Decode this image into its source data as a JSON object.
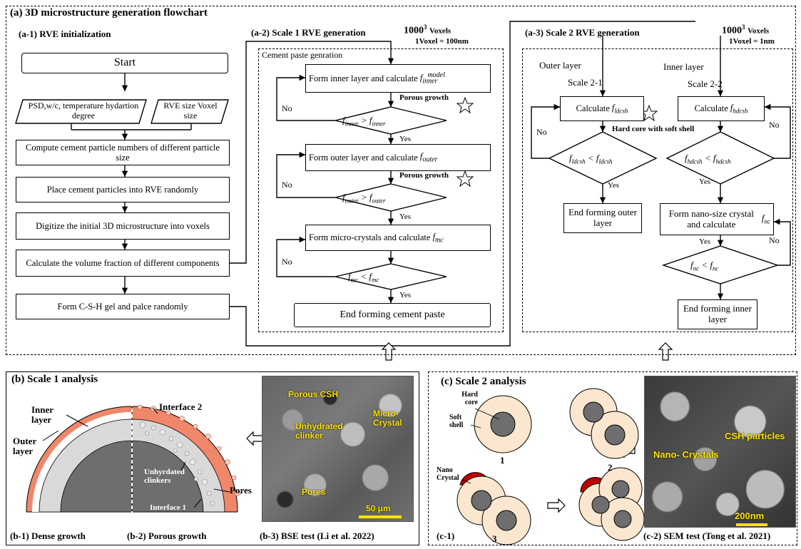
{
  "title": "(a) 3D microstructure generation flowchart",
  "a1": {
    "title": "(a-1) RVE initialization",
    "start": "Start",
    "psd": "PSD,w/c, temperature hydartion degree",
    "rve_size": "RVE size Voxel size",
    "compute": "Compute cement particle numbers of different particle size",
    "place": "Place cement particles into RVE randomly",
    "digitize": "Digitize the initial 3D microstructure into voxels",
    "calculate": "Calculate the volume fraction of different components",
    "form_csh": "Form C-S-H gel and palce randomly"
  },
  "a2": {
    "title": "(a-2) Scale 1 RVE generation",
    "voxels": "1000",
    "voxels_exp": "3",
    "voxels_unit": "Voxels",
    "voxel_size": "1Voxel = 100nm",
    "cement_label": "Cement paste genration",
    "inner": "Form inner layer and calculate",
    "inner_sub": "inner",
    "porous1": "Porous growth",
    "cond_inner": "inner",
    "outer": "Form outer layer and calculate",
    "outer_sub": "outer",
    "porous2": "Porous growth",
    "cond_outer": "outer",
    "micro": "Form micro-crystals and calculate",
    "micro_sub": "mc",
    "cond_mc": "mc",
    "end": "End forming cement paste",
    "no": "No",
    "yes": "Yes"
  },
  "a3": {
    "title": "(a-3) Scale 2 RVE generation",
    "voxels": "1000",
    "voxels_exp": "3",
    "voxels_unit": "Voxels",
    "voxel_size": "1Voxel = 1nm",
    "outer_layer": "Outer layer",
    "scale21": "Scale 2-1",
    "inner_layer": "Inner layer",
    "scale22": "Scale 2-2",
    "calc": "Calculate",
    "ldcsh": "ldcsh",
    "hdcsh": "hdcsh",
    "hardcore": "Hard core with soft shell",
    "end_outer": "End forming outer layer",
    "nano": "Form nano-size crystal and calculate",
    "nc": "nc",
    "end_inner": "End forming inner layer",
    "no": "No",
    "yes": "Yes",
    "model": "model"
  },
  "b": {
    "title": "(b) Scale 1 analysis",
    "inner_layer": "Inner layer",
    "outer_layer": "Outer layer",
    "interface2": "Interface 2",
    "pores": "Pores",
    "unhydrated": "Unhyrdated clinkers",
    "interface1": "Interface 1",
    "photo_labels": {
      "porous_csh": "Porous CSH",
      "unhydrated_clinker": "Unhydrated clinker",
      "micro_crystal": "Micro-Crystal",
      "pores": "Pores",
      "scale": "50 μm"
    },
    "cap1": "(b-1) Dense growth",
    "cap2": "(b-2) Porous growth",
    "cap3": "(b-3) BSE test (Li et al. 2022)"
  },
  "c": {
    "title": "(c) Scale 2 analysis",
    "hard_core": "Hard core",
    "soft_shell": "Soft shell",
    "nano_crystal": "Nano Crystal",
    "n1": "1",
    "n2": "2",
    "n3": "3",
    "photo_labels": {
      "nano": "Nano- Crystals",
      "csh": "CSH particles",
      "scale": "200nm"
    },
    "cap1": "(c-1)",
    "cap2": "(c-2) SEM test (Tong et al. 2021)"
  },
  "colors": {
    "salmon": "#f0876a",
    "light_gray": "#d9d9d9",
    "dark_gray": "#6e6e6e",
    "cream": "#fbe7cf",
    "red": "#c00000",
    "yellow": "#ffe400"
  }
}
